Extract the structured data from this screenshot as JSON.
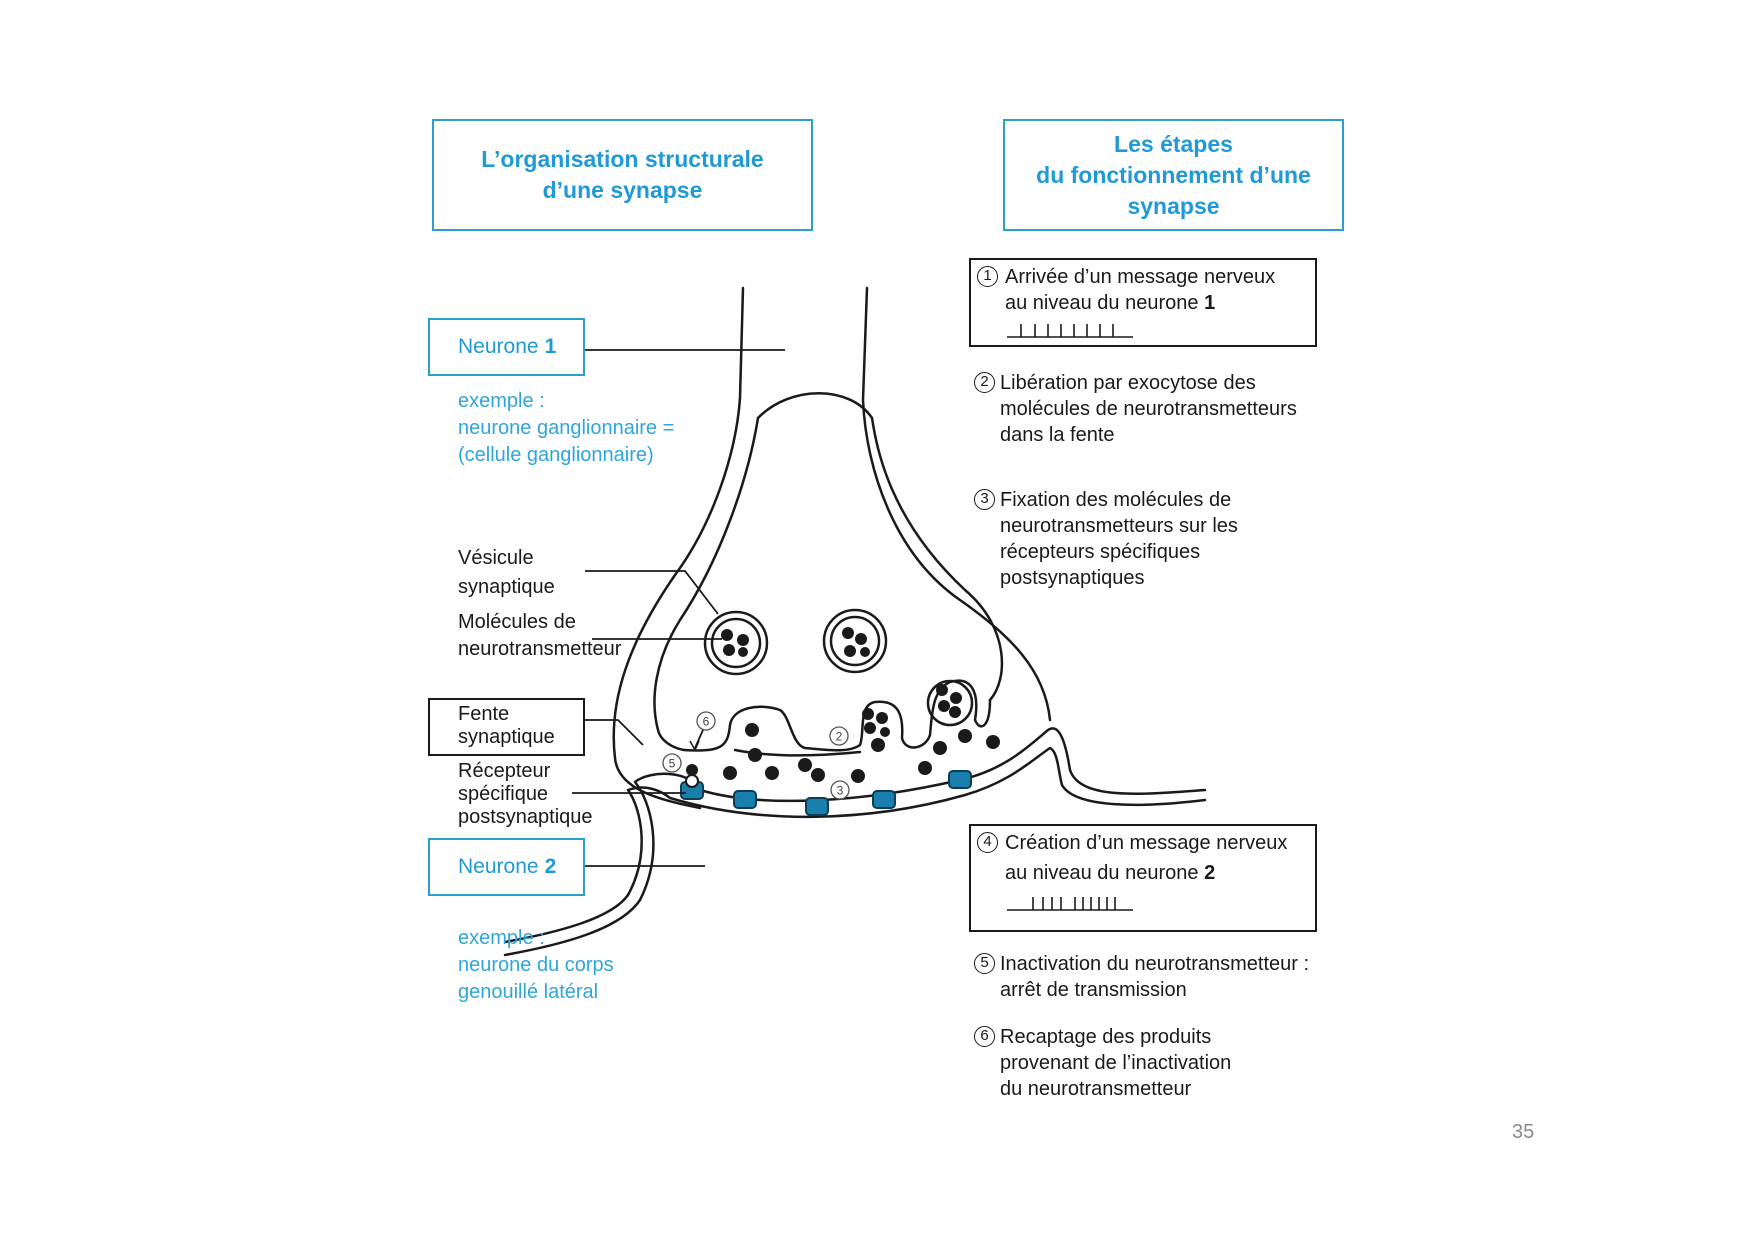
{
  "titles": {
    "left": [
      "L’organisation structurale",
      "d’une synapse"
    ],
    "right": [
      "Les étapes",
      "du fonctionnement d’une",
      "synapse"
    ]
  },
  "neurone1": {
    "label": "Neurone",
    "number": "1",
    "example": [
      "exemple :",
      "neurone ganglionnaire =",
      "(cellule ganglionnaire)"
    ]
  },
  "neurone2": {
    "label": "Neurone",
    "number": "2",
    "example": [
      "exemple :",
      "neurone du corps",
      "genouillé latéral"
    ]
  },
  "labels": {
    "vesicule": [
      "Vésicule",
      "synaptique"
    ],
    "molecules": [
      "Molécules de",
      "neurotransmetteur"
    ],
    "fente": [
      "Fente",
      "synaptique"
    ],
    "recepteur": [
      "Récepteur",
      "spécifique",
      "postsynaptique"
    ]
  },
  "steps": [
    {
      "num": "1",
      "lines": [
        "Arrivée d’un message nerveux",
        "au niveau du neurone"
      ],
      "bold_suffix": "1"
    },
    {
      "num": "2",
      "lines": [
        "Libération par exocytose des",
        "molécules de neurotransmetteurs",
        "dans la fente"
      ]
    },
    {
      "num": "3",
      "lines": [
        "Fixation des molécules de",
        "neurotransmetteurs sur les",
        "récepteurs spécifiques",
        "postsynaptiques"
      ]
    },
    {
      "num": "4",
      "lines": [
        "Création d’un message nerveux",
        "au niveau du neurone"
      ],
      "bold_suffix": "2"
    },
    {
      "num": "5",
      "lines": [
        "Inactivation du neurotransmetteur :",
        "arrêt de transmission"
      ]
    },
    {
      "num": "6",
      "lines": [
        "Recaptage des produits",
        "provenant de l’inactivation",
        "du neurotransmetteur"
      ]
    }
  ],
  "diagram_markers": [
    "6",
    "5",
    "2",
    "3"
  ],
  "page_number": "35",
  "colors": {
    "accent": "#2a9fd0",
    "receptor": "#1b7fae",
    "ink": "#1a1a1a"
  }
}
